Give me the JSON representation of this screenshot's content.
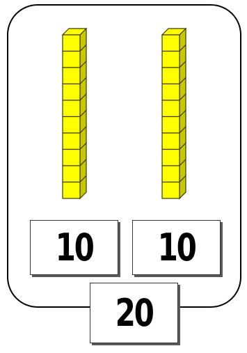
{
  "colors": {
    "cube_fill": "#ffff00",
    "cube_stroke": "#3c3c00",
    "cube_top": "#ffff00",
    "cube_side": "#c8c800"
  },
  "rods": [
    {
      "cubes": 10
    },
    {
      "cubes": 10
    }
  ],
  "cards": {
    "left": "10",
    "right": "10",
    "total": "20"
  }
}
